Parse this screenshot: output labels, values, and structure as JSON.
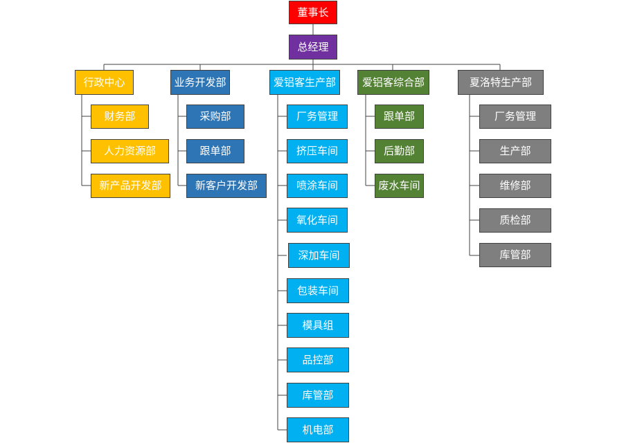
{
  "org_chart": {
    "root": {
      "label": "董事长",
      "color": "#ff0000"
    },
    "manager": {
      "label": "总经理",
      "color": "#7030a0"
    },
    "departments": [
      {
        "label": "行政中心",
        "color": "#ffc000",
        "children": [
          "财务部",
          "人力资源部",
          "新产品开发部"
        ]
      },
      {
        "label": "业务开发部",
        "color": "#2e75b6",
        "children": [
          "采购部",
          "跟单部",
          "新客户开发部"
        ]
      },
      {
        "label": "爱铝客生产部",
        "color": "#00b0f0",
        "children": [
          "厂务管理",
          "挤压车间",
          "喷涂车间",
          "氧化车间",
          "深加车间",
          "包装车间",
          "模具组",
          "品控部",
          "库管部",
          "机电部"
        ]
      },
      {
        "label": "爱铝客综合部",
        "color": "#548235",
        "children": [
          "跟单部",
          "后勤部",
          "废水车间"
        ]
      },
      {
        "label": "夏洛特生产部",
        "color": "#7f7f7f",
        "children": [
          "厂务管理",
          "生产部",
          "维修部",
          "质检部",
          "库管部"
        ]
      }
    ]
  }
}
